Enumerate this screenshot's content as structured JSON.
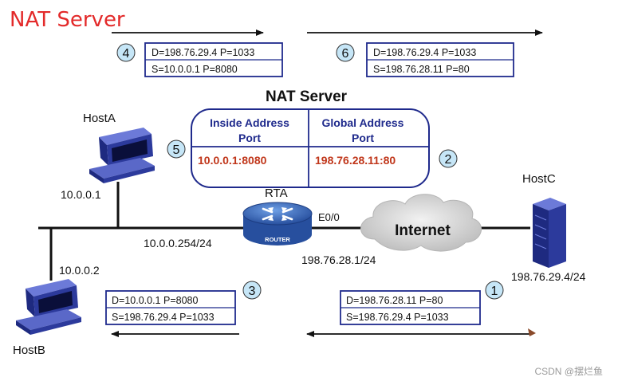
{
  "page_title": "NAT Server",
  "table": {
    "title": "NAT Server",
    "col_inside": [
      "Inside Address",
      "Port"
    ],
    "col_global": [
      "Global Address",
      "Port"
    ],
    "inside_value": "10.0.0.1:8080",
    "global_value": "198.76.28.11:80"
  },
  "hosts": {
    "a_name": "HostA",
    "a_ip": "10.0.0.1",
    "b_name": "HostB",
    "b_ip": "10.0.0.2",
    "c_name": "HostC",
    "c_ip": "198.76.29.4/24"
  },
  "router": {
    "name": "RTA",
    "badge": "ROUTER",
    "inside_ip": "10.0.0.254/24",
    "interface": "E0/0",
    "outside_ip": "198.76.28.1/24"
  },
  "cloud_label": "Internet",
  "packets": {
    "p1": {
      "num": "1",
      "dest": "D=198.76.28.11 P=80",
      "src": "S=198.76.29.4 P=1033"
    },
    "p3": {
      "num": "3",
      "dest": "D=10.0.0.1 P=8080",
      "src": "S=198.76.29.4 P=1033"
    },
    "p4": {
      "num": "4",
      "dest": "D=198.76.29.4 P=1033",
      "src": "S=10.0.0.1 P=8080"
    },
    "p6": {
      "num": "6",
      "dest": "D=198.76.29.4 P=1033",
      "src": "S=198.76.28.11 P=80"
    }
  },
  "steps": {
    "s2": "2",
    "s5": "5"
  },
  "watermark": "CSDN @摆烂鱼",
  "colors": {
    "title_red": "#e32a2a",
    "value_red": "#c0361a",
    "box_border": "#1f2a8c",
    "circle_fill": "#c6e6f7",
    "host_blue": "#2c3a9c",
    "router_blue": "#3a6fc4",
    "cloud_gray": "#d6d6d6"
  }
}
